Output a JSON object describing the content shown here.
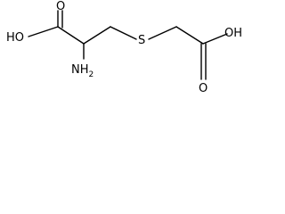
{
  "molecule": {
    "atoms": {
      "left_carboxyl_oh": "HO",
      "left_carboxyl_o": "O",
      "amino_group": "NH",
      "amino_subscript": "2",
      "thioether_sulfur": "S",
      "right_carboxyl_oh": "OH",
      "right_carboxyl_o": "O"
    },
    "colors": {
      "bond": "#000000",
      "text": "#000000",
      "background": "#ffffff"
    }
  }
}
